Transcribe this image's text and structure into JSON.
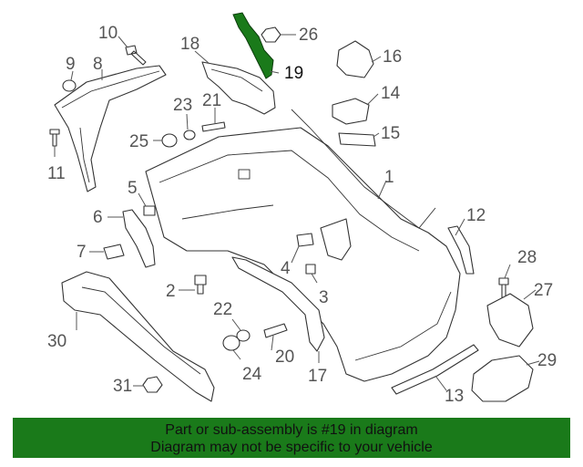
{
  "colors": {
    "highlight": "#1a7a1a",
    "banner_bg": "#1a7a1a",
    "line": "#333333",
    "label": "#555555"
  },
  "callouts": [
    "1",
    "2",
    "3",
    "4",
    "5",
    "6",
    "7",
    "8",
    "9",
    "10",
    "11",
    "12",
    "13",
    "14",
    "15",
    "16",
    "17",
    "18",
    "19",
    "20",
    "21",
    "22",
    "23",
    "24",
    "25",
    "26",
    "27",
    "28",
    "29",
    "30",
    "31"
  ],
  "banner": {
    "line1": "Part or sub-assembly is #19 in diagram",
    "line2": "Diagram may not be specific to your vehicle"
  }
}
